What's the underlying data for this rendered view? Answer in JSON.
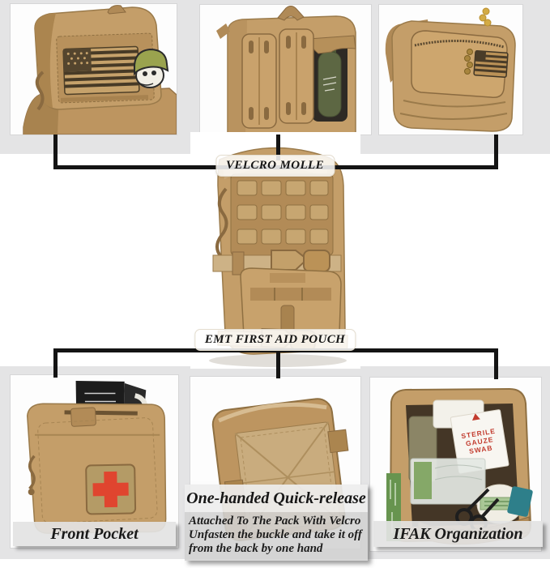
{
  "palette": {
    "page_background": "#ffffff",
    "gray_band": "#e4e4e5",
    "connector_black": "#141414",
    "pouch_tan": "#c49e69",
    "pouch_tan_dark": "#9a7a4a",
    "webbing_tan": "#cdb286",
    "red_cross": "#e0452f",
    "olive_green": "#9aa34e",
    "bottle_green": "#5d6743",
    "bandage_green": "#67944f",
    "gauze_text_red": "#c23b2e"
  },
  "callouts": {
    "top": "VELCRO MOLLE",
    "middle": "EMT FIRST AID POUCH"
  },
  "bottom_row": {
    "front_pocket_caption": "Front Pocket",
    "quick_release": {
      "title": "One-handed Quick-release",
      "line1": "Attached To The Pack With Velcro",
      "line2": "Unfasten the buckle and take it off",
      "line3": "from the back by one hand"
    },
    "ifak_caption": "IFAK Organization"
  },
  "photo_text": {
    "gauze_package": {
      "line1": "STERILE",
      "line2": "GAUZE",
      "line3": "SWAB"
    }
  },
  "photos": {
    "top_left": "pouch-with-us-flag-and-skull-patches",
    "top_middle": "pouch-with-molle-mag-pouches-and-bottle",
    "top_right": "pouch-with-front-zip-pocket-and-flag-patch",
    "center": "emt-first-aid-pouch-front",
    "bottom_left": "pouch-front-pocket-with-red-cross-patch",
    "bottom_middle": "pouch-back-velcro-panel",
    "bottom_right": "open-pouch-with-first-aid-supplies"
  }
}
